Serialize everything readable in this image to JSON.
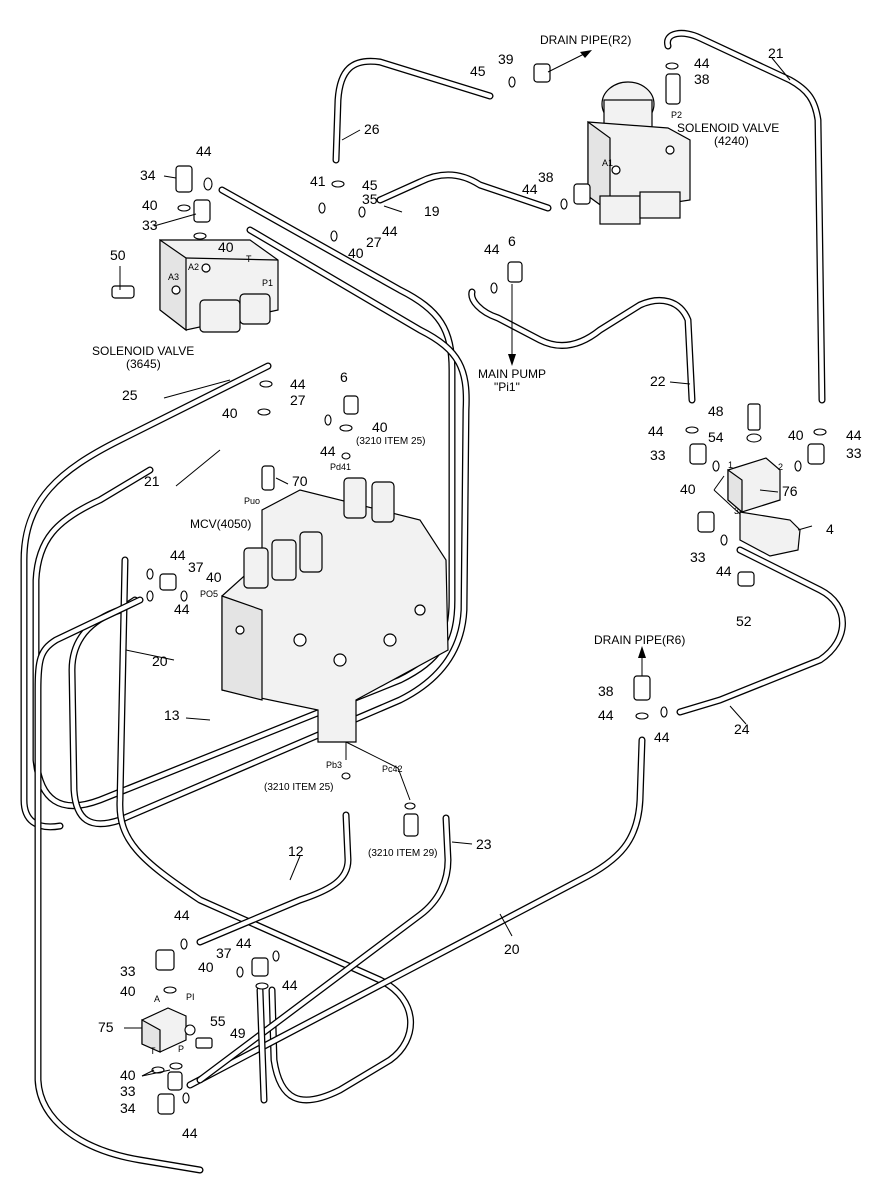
{
  "components": {
    "solenoid_valve_left": {
      "name": "SOLENOID VALVE",
      "code": "(3645)",
      "ports": [
        "A3",
        "A2",
        "T",
        "P1"
      ]
    },
    "solenoid_valve_right": {
      "name": "SOLENOID VALVE",
      "code": "(4240)",
      "ports": [
        "P2",
        "A1"
      ]
    },
    "mcv": {
      "name": "MCV(4050)",
      "ports": [
        "Puo",
        "Pd41",
        "PO5",
        "Pb3",
        "Pc42"
      ]
    },
    "drain_pipe_top": "DRAIN PIPE(R2)",
    "drain_pipe_mid": "DRAIN PIPE(R6)",
    "main_pump": {
      "line1": "MAIN PUMP",
      "line2": "\"Pi1\""
    },
    "block_76_ports": [
      "1",
      "2",
      "3"
    ],
    "valve_75_ports": [
      "A",
      "PI",
      "T",
      "P"
    ],
    "ref_3210_25_a": "(3210 ITEM 25)",
    "ref_3210_25_b": "(3210 ITEM 25)",
    "ref_3210_29": "(3210 ITEM 29)"
  },
  "callouts": {
    "c21_top": "21",
    "c44_tr": "44",
    "c38_tr": "38",
    "c39": "39",
    "c45_t": "45",
    "c26": "26",
    "c44_tl": "44",
    "c34_tl": "34",
    "c40_tl": "40",
    "c33_tl": "33",
    "c40_a": "40",
    "c41": "41",
    "c45_m": "45",
    "c35": "35",
    "c19": "19",
    "c38_m": "38",
    "c44_m": "44",
    "c27_a": "27",
    "c44_b": "44",
    "c40_b": "40",
    "c50": "50",
    "c44_c": "44",
    "c6_a": "6",
    "c25": "25",
    "c44_d": "44",
    "c27_b": "27",
    "c6_b": "6",
    "c40_c": "40",
    "c44_e": "44",
    "c40_d": "40",
    "c21_mid": "21",
    "c70": "70",
    "c22": "22",
    "c48": "48",
    "c44_f": "44",
    "c54": "54",
    "c40_e": "40",
    "c44_g": "44",
    "c33_a": "33",
    "c33_b": "33",
    "c40_f": "40",
    "c76": "76",
    "c4": "4",
    "c33_c": "33",
    "c44_h": "44",
    "c52": "52",
    "c44_i": "44",
    "c37_a": "37",
    "c40_g": "40",
    "c44_j": "44",
    "c20_a": "20",
    "c13": "13",
    "c38_b": "38",
    "c44_k": "44",
    "c44_l": "44",
    "c24": "24",
    "c12": "12",
    "c23": "23",
    "c20_b": "20",
    "c44_m2": "44",
    "c44_n": "44",
    "c37_b": "37",
    "c33_d": "33",
    "c40_h": "40",
    "c44_o": "44",
    "c40_i": "40",
    "c75": "75",
    "c55": "55",
    "c49": "49",
    "c40_j": "40",
    "c33_e": "33",
    "c34_b": "34",
    "c44_p": "44"
  }
}
